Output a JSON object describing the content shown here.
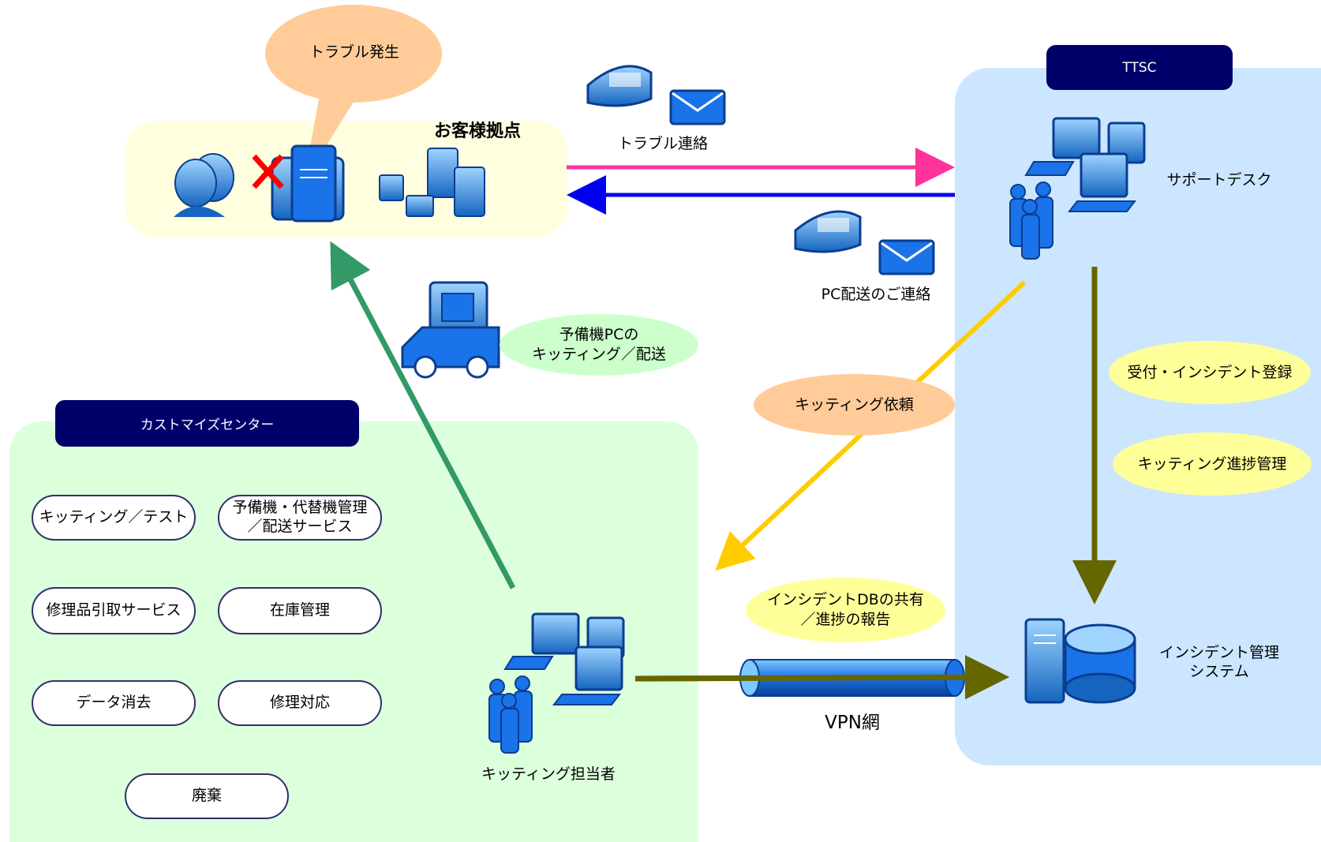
{
  "colors": {
    "customer_zone": "#ffffe0",
    "ttsc_zone": "#cce6ff",
    "center_zone": "#dcffdc",
    "navy_tab": "#00006b",
    "pink_arrow": "#ff3399",
    "blue_arrow": "#0000ee",
    "green_arrow": "#339966",
    "yellow_arrow": "#ffcc00",
    "olive_arrow": "#666600",
    "orange_oval": "#ffcc99",
    "yellow_oval": "#ffff99",
    "green_oval": "#ccffcc",
    "icon_blue": "#1a73e8"
  },
  "customer": {
    "title": "お客様拠点",
    "trouble_bubble": "トラブル発生"
  },
  "contact": {
    "trouble_report": "トラブル連絡",
    "pc_delivery_notice": "PC配送のご連絡"
  },
  "ttsc": {
    "tab_label": "TTSC",
    "support_desk": "サポートデスク",
    "incident_system": "インシデント管理\nシステム"
  },
  "ovals": {
    "kitting_delivery": "予備機PCの\nキッティング／配送",
    "kitting_request": "キッティング依頼",
    "reception": "受付・インシデント登録",
    "progress_mgmt": "キッティング進捗管理",
    "db_share": "インシデントDBの共有\n／進捗の報告"
  },
  "center": {
    "tab_label": "カストマイズセンター",
    "services": [
      "キッティング／テスト",
      "予備機・代替機管理\n／配送サービス",
      "修理品引取サービス",
      "在庫管理",
      "データ消去",
      "修理対応",
      "廃棄"
    ],
    "kitting_staff": "キッティング担当者"
  },
  "network": {
    "vpn_label": "VPN網"
  },
  "icons": [
    "people-icon",
    "failed-pc-icon",
    "x-mark-icon",
    "servers-icon",
    "telephone-icon",
    "envelope-icon",
    "truck-icon",
    "workstations-icon",
    "database-icon",
    "vpn-pipe-icon"
  ]
}
